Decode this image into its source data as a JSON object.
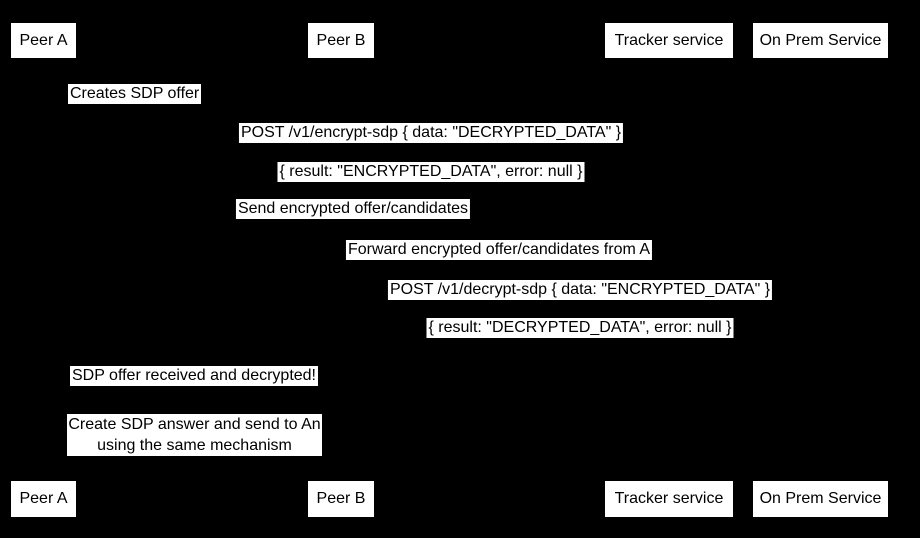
{
  "diagram_type": "sequence-diagram",
  "colors": {
    "background": "#000000",
    "box_fill": "#ffffff",
    "box_text": "#000000"
  },
  "actors": [
    {
      "label": "Peer A"
    },
    {
      "label": "Peer B"
    },
    {
      "label": "Tracker service"
    },
    {
      "label": "On Prem Service"
    }
  ],
  "messages": [
    {
      "label": "Creates SDP offer"
    },
    {
      "label": "POST /v1/encrypt-sdp { data: \"DECRYPTED_DATA\" }"
    },
    {
      "label": "{ result: \"ENCRYPTED_DATA\", error: null }"
    },
    {
      "label": "Send encrypted offer/candidates"
    },
    {
      "label": "Forward encrypted offer/candidates from A"
    },
    {
      "label": "POST /v1/decrypt-sdp { data: \"ENCRYPTED_DATA\" }"
    },
    {
      "label": "{ result: \"DECRYPTED_DATA\", error: null }"
    },
    {
      "label": "SDP offer received and decrypted!"
    }
  ],
  "note": {
    "lines": [
      "Create SDP answer and send to An",
      "using the same mechanism"
    ]
  }
}
